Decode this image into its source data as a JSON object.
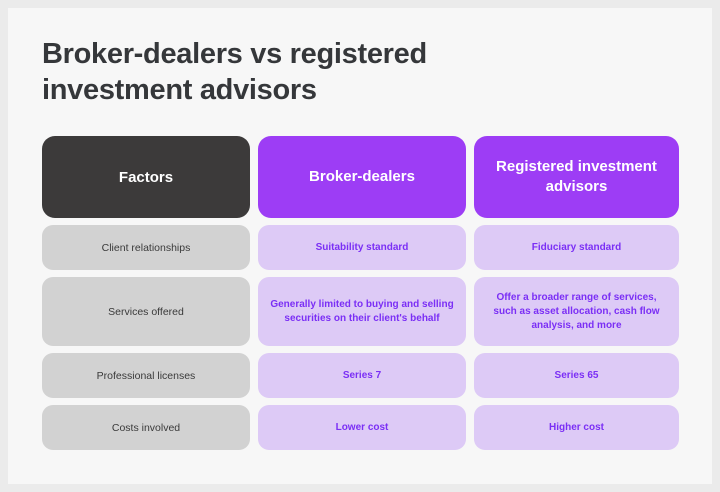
{
  "page": {
    "title": "Broker-dealers vs registered investment advisors",
    "background_color": "#f7f7f7",
    "outer_color": "#ebebeb"
  },
  "colors": {
    "header_dark": "#3c3a3a",
    "header_purple": "#9d3df5",
    "cell_gray": "#d2d2d2",
    "cell_lavender": "#ddcaf6",
    "purple_text": "#7b2ff5",
    "title_text": "#35373a"
  },
  "table": {
    "headers": {
      "factors": "Factors",
      "broker_dealers": "Broker-dealers",
      "registered_investment_advisors": "Registered investment advisors"
    },
    "rows": [
      {
        "factor": "Client relationships",
        "broker_dealers": "Suitability standard",
        "registered_investment_advisors": "Fiduciary standard",
        "height": "short"
      },
      {
        "factor": "Services offered",
        "broker_dealers": "Generally limited to buying and selling securities on their client's behalf",
        "registered_investment_advisors": "Offer a broader range of services, such as asset allocation, cash flow analysis, and more",
        "height": "tall"
      },
      {
        "factor": "Professional licenses",
        "broker_dealers": "Series 7",
        "registered_investment_advisors": "Series 65",
        "height": "short"
      },
      {
        "factor": "Costs involved",
        "broker_dealers": "Lower cost",
        "registered_investment_advisors": "Higher cost",
        "height": "short"
      }
    ]
  }
}
